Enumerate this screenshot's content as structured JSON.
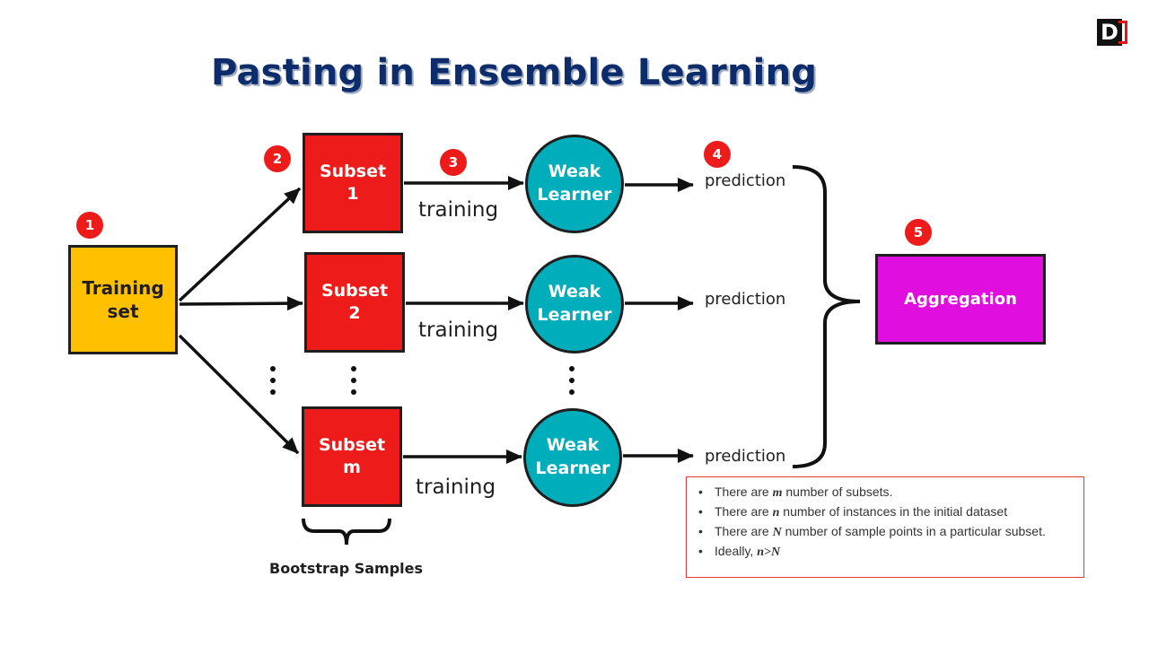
{
  "title": "Pasting in Ensemble Learning",
  "logo": {
    "letter": "D"
  },
  "badges": [
    "1",
    "2",
    "3",
    "4",
    "5"
  ],
  "training_set": {
    "line1": "Training",
    "line2": "set"
  },
  "subsets": [
    {
      "line1": "Subset",
      "line2": "1"
    },
    {
      "line1": "Subset",
      "line2": "2"
    },
    {
      "line1": "Subset",
      "line2": "m"
    }
  ],
  "learners": [
    {
      "line1": "Weak",
      "line2": "Learner"
    },
    {
      "line1": "Weak",
      "line2": "Learner"
    },
    {
      "line1": "Weak",
      "line2": "Learner"
    }
  ],
  "training_label": "training",
  "prediction_label": "prediction",
  "aggregation": "Aggregation",
  "bootstrap_label": "Bootstrap Samples",
  "notes": [
    {
      "pre": "There are ",
      "math": "m",
      "post": " number of subsets."
    },
    {
      "pre": "There are ",
      "math": "n",
      "post": " number of instances in the initial dataset"
    },
    {
      "pre": "There are ",
      "math": "N",
      "post": " number of sample points in a particular subset."
    },
    {
      "pre": "Ideally, ",
      "math": "n>N",
      "post": ""
    }
  ],
  "colors": {
    "title": "#0d2c6c",
    "training_set": "#ffc000",
    "subset": "#ee1b1b",
    "learner": "#00aebb",
    "aggregation": "#e00fe0",
    "badge": "#ee1b1b",
    "notes_border": "#e53935"
  }
}
